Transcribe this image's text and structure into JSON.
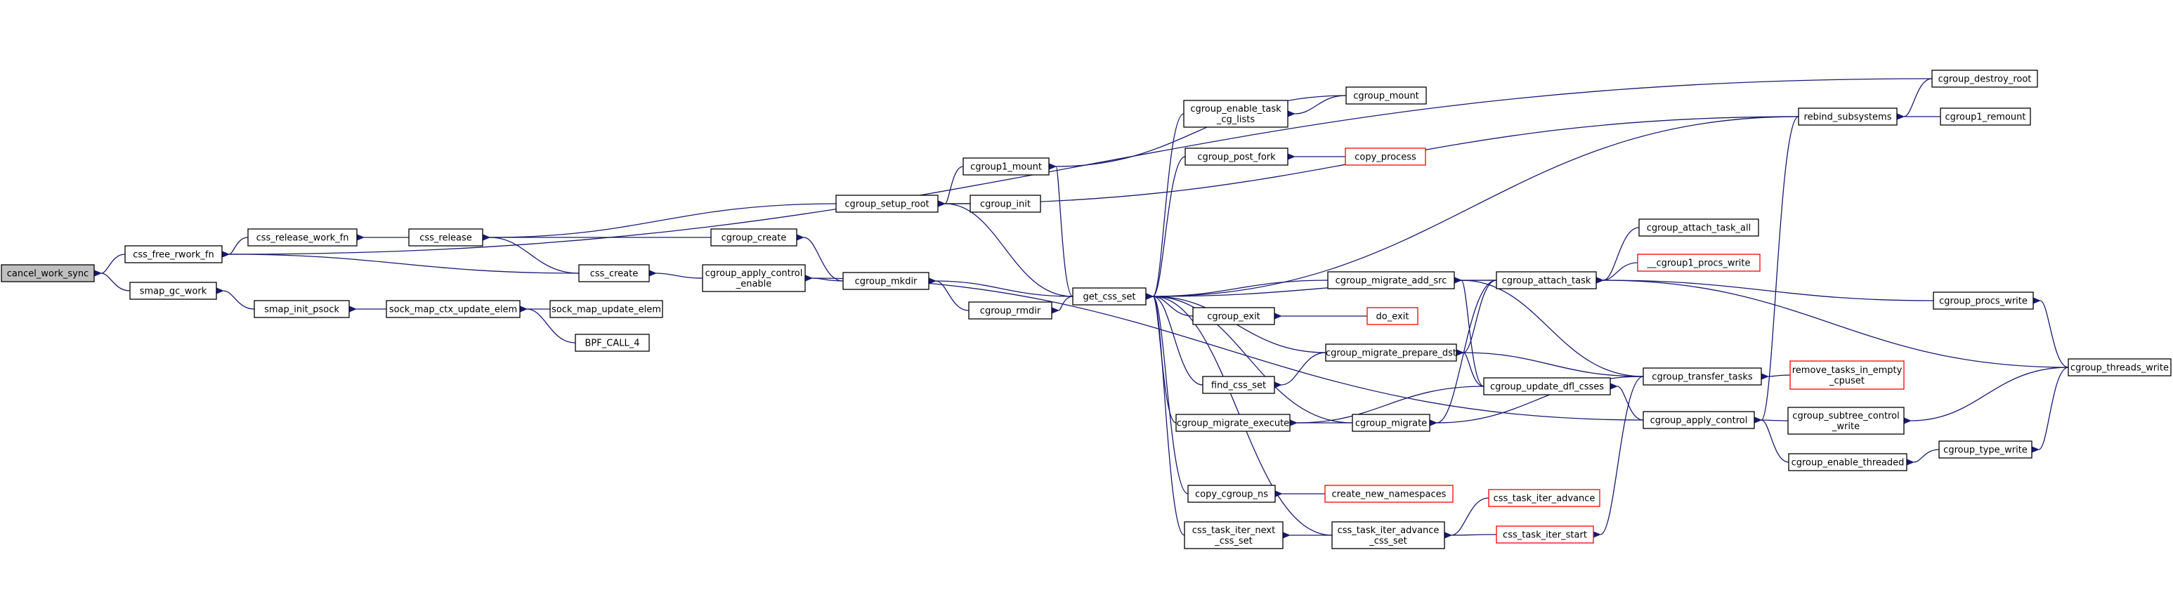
{
  "colors": {
    "edge": "#191970",
    "node_border": "#000000",
    "node_border_incomplete": "#ff0000",
    "node_fill": "#ffffff",
    "highlight_fill": "#bfbfbf",
    "text": "#000000"
  },
  "nodes": [
    {
      "id": "cancel_work_sync",
      "label": "cancel_work_sync",
      "highlight": true
    },
    {
      "id": "css_free_rwork_fn",
      "label": "css_free_rwork_fn"
    },
    {
      "id": "smap_gc_work",
      "label": "smap_gc_work"
    },
    {
      "id": "css_release_work_fn",
      "label": "css_release_work_fn"
    },
    {
      "id": "smap_init_psock",
      "label": "smap_init_psock"
    },
    {
      "id": "css_release",
      "label": "css_release"
    },
    {
      "id": "sock_map_ctx_update_elem",
      "label": "sock_map_ctx_update_elem"
    },
    {
      "id": "sock_map_update_elem",
      "label": "sock_map_update_elem"
    },
    {
      "id": "bpf_call_4",
      "label": "BPF_CALL_4"
    },
    {
      "id": "css_create",
      "label": "css_create"
    },
    {
      "id": "cgroup_create",
      "label": "cgroup_create"
    },
    {
      "id": "cgroup_apply_control_enable",
      "label": "cgroup_apply_control\n_enable"
    },
    {
      "id": "cgroup_setup_root",
      "label": "cgroup_setup_root"
    },
    {
      "id": "cgroup_mkdir",
      "label": "cgroup_mkdir"
    },
    {
      "id": "cgroup1_mount",
      "label": "cgroup1_mount"
    },
    {
      "id": "cgroup_init",
      "label": "cgroup_init"
    },
    {
      "id": "cgroup_rmdir",
      "label": "cgroup_rmdir"
    },
    {
      "id": "get_css_set",
      "label": "get_css_set"
    },
    {
      "id": "cgroup_enable_task_cg_lists",
      "label": "cgroup_enable_task\n_cg_lists"
    },
    {
      "id": "cgroup_mount",
      "label": "cgroup_mount"
    },
    {
      "id": "cgroup_post_fork",
      "label": "cgroup_post_fork"
    },
    {
      "id": "copy_process",
      "label": "copy_process",
      "incomplete": true
    },
    {
      "id": "cgroup_migrate_add_src",
      "label": "cgroup_migrate_add_src"
    },
    {
      "id": "cgroup_exit",
      "label": "cgroup_exit"
    },
    {
      "id": "do_exit",
      "label": "do_exit",
      "incomplete": true
    },
    {
      "id": "cgroup_migrate_prepare_dst",
      "label": "cgroup_migrate_prepare_dst"
    },
    {
      "id": "find_css_set",
      "label": "find_css_set"
    },
    {
      "id": "cgroup_migrate_execute",
      "label": "cgroup_migrate_execute"
    },
    {
      "id": "cgroup_migrate",
      "label": "cgroup_migrate"
    },
    {
      "id": "copy_cgroup_ns",
      "label": "copy_cgroup_ns"
    },
    {
      "id": "create_new_namespaces",
      "label": "create_new_namespaces",
      "incomplete": true
    },
    {
      "id": "css_task_iter_next_css_set",
      "label": "css_task_iter_next\n_css_set"
    },
    {
      "id": "css_task_iter_advance_css_set",
      "label": "css_task_iter_advance\n_css_set"
    },
    {
      "id": "css_task_iter_advance",
      "label": "css_task_iter_advance",
      "incomplete": true
    },
    {
      "id": "css_task_iter_start",
      "label": "css_task_iter_start",
      "incomplete": true
    },
    {
      "id": "cgroup_attach_task",
      "label": "cgroup_attach_task"
    },
    {
      "id": "cgroup_update_dfl_csses",
      "label": "cgroup_update_dfl_csses"
    },
    {
      "id": "cgroup_transfer_tasks",
      "label": "cgroup_transfer_tasks"
    },
    {
      "id": "cgroup_apply_control",
      "label": "cgroup_apply_control"
    },
    {
      "id": "cgroup_attach_task_all",
      "label": "cgroup_attach_task_all"
    },
    {
      "id": "cgroup1_procs_write",
      "label": "__cgroup1_procs_write",
      "incomplete": true
    },
    {
      "id": "remove_tasks_in_empty_cpuset",
      "label": "remove_tasks_in_empty\n_cpuset",
      "incomplete": true
    },
    {
      "id": "cgroup_subtree_control_write",
      "label": "cgroup_subtree_control\n_write"
    },
    {
      "id": "cgroup_enable_threaded",
      "label": "cgroup_enable_threaded"
    },
    {
      "id": "rebind_subsystems",
      "label": "rebind_subsystems"
    },
    {
      "id": "cgroup_destroy_root",
      "label": "cgroup_destroy_root"
    },
    {
      "id": "cgroup1_remount",
      "label": "cgroup1_remount"
    },
    {
      "id": "cgroup_procs_write",
      "label": "cgroup_procs_write"
    },
    {
      "id": "cgroup_threads_write",
      "label": "cgroup_threads_write"
    },
    {
      "id": "cgroup_type_write",
      "label": "cgroup_type_write"
    }
  ],
  "edges": [
    [
      "cancel_work_sync",
      "css_free_rwork_fn"
    ],
    [
      "cancel_work_sync",
      "smap_gc_work"
    ],
    [
      "css_free_rwork_fn",
      "css_release_work_fn"
    ],
    [
      "css_free_rwork_fn",
      "css_create"
    ],
    [
      "css_free_rwork_fn",
      "cgroup_destroy_root"
    ],
    [
      "smap_gc_work",
      "smap_init_psock"
    ],
    [
      "css_release_work_fn",
      "css_release"
    ],
    [
      "smap_init_psock",
      "sock_map_ctx_update_elem"
    ],
    [
      "sock_map_ctx_update_elem",
      "sock_map_update_elem"
    ],
    [
      "sock_map_ctx_update_elem",
      "bpf_call_4"
    ],
    [
      "css_release",
      "cgroup_create"
    ],
    [
      "css_release",
      "css_create"
    ],
    [
      "css_release",
      "cgroup_setup_root"
    ],
    [
      "css_create",
      "cgroup_apply_control_enable"
    ],
    [
      "cgroup_create",
      "cgroup_mkdir"
    ],
    [
      "cgroup_apply_control_enable",
      "cgroup_mkdir"
    ],
    [
      "cgroup_apply_control_enable",
      "cgroup_apply_control"
    ],
    [
      "cgroup_setup_root",
      "cgroup1_mount"
    ],
    [
      "cgroup_setup_root",
      "cgroup_init"
    ],
    [
      "cgroup_setup_root",
      "rebind_subsystems"
    ],
    [
      "cgroup_setup_root",
      "get_css_set"
    ],
    [
      "cgroup_mkdir",
      "get_css_set"
    ],
    [
      "cgroup_mkdir",
      "cgroup_rmdir"
    ],
    [
      "cgroup1_mount",
      "cgroup_mount"
    ],
    [
      "cgroup1_mount",
      "get_css_set"
    ],
    [
      "cgroup_rmdir",
      "get_css_set"
    ],
    [
      "get_css_set",
      "cgroup_enable_task_cg_lists"
    ],
    [
      "get_css_set",
      "cgroup_post_fork"
    ],
    [
      "get_css_set",
      "rebind_subsystems"
    ],
    [
      "get_css_set",
      "cgroup_migrate_add_src"
    ],
    [
      "get_css_set",
      "cgroup_attach_task"
    ],
    [
      "get_css_set",
      "cgroup_exit"
    ],
    [
      "get_css_set",
      "cgroup_migrate_prepare_dst"
    ],
    [
      "get_css_set",
      "find_css_set"
    ],
    [
      "get_css_set",
      "cgroup_migrate_execute"
    ],
    [
      "get_css_set",
      "cgroup_migrate"
    ],
    [
      "get_css_set",
      "copy_cgroup_ns"
    ],
    [
      "get_css_set",
      "css_task_iter_next_css_set"
    ],
    [
      "get_css_set",
      "css_task_iter_advance_css_set"
    ],
    [
      "cgroup_enable_task_cg_lists",
      "cgroup_mount"
    ],
    [
      "cgroup_post_fork",
      "copy_process"
    ],
    [
      "cgroup_exit",
      "do_exit"
    ],
    [
      "find_css_set",
      "cgroup_migrate_prepare_dst"
    ],
    [
      "cgroup_migrate_add_src",
      "cgroup_attach_task"
    ],
    [
      "cgroup_migrate_add_src",
      "cgroup_update_dfl_csses"
    ],
    [
      "cgroup_migrate_add_src",
      "cgroup_transfer_tasks"
    ],
    [
      "cgroup_migrate_prepare_dst",
      "cgroup_attach_task"
    ],
    [
      "cgroup_migrate_prepare_dst",
      "cgroup_update_dfl_csses"
    ],
    [
      "cgroup_migrate_prepare_dst",
      "cgroup_transfer_tasks"
    ],
    [
      "cgroup_migrate_execute",
      "cgroup_migrate"
    ],
    [
      "cgroup_migrate_execute",
      "cgroup_update_dfl_csses"
    ],
    [
      "cgroup_migrate",
      "cgroup_attach_task"
    ],
    [
      "cgroup_migrate",
      "cgroup_transfer_tasks"
    ],
    [
      "copy_cgroup_ns",
      "create_new_namespaces"
    ],
    [
      "css_task_iter_next_css_set",
      "css_task_iter_advance_css_set"
    ],
    [
      "css_task_iter_advance_css_set",
      "css_task_iter_advance"
    ],
    [
      "css_task_iter_advance_css_set",
      "css_task_iter_start"
    ],
    [
      "css_task_iter_start",
      "cgroup_transfer_tasks"
    ],
    [
      "cgroup_attach_task",
      "cgroup_attach_task_all"
    ],
    [
      "cgroup_attach_task",
      "cgroup1_procs_write"
    ],
    [
      "cgroup_attach_task",
      "cgroup_procs_write"
    ],
    [
      "cgroup_attach_task",
      "cgroup_threads_write"
    ],
    [
      "cgroup_update_dfl_csses",
      "cgroup_apply_control"
    ],
    [
      "cgroup_transfer_tasks",
      "remove_tasks_in_empty_cpuset"
    ],
    [
      "cgroup_apply_control",
      "rebind_subsystems"
    ],
    [
      "cgroup_apply_control",
      "cgroup_subtree_control_write"
    ],
    [
      "cgroup_apply_control",
      "cgroup_enable_threaded"
    ],
    [
      "cgroup_enable_threaded",
      "cgroup_type_write"
    ],
    [
      "cgroup_subtree_control_write",
      "cgroup_threads_write"
    ],
    [
      "rebind_subsystems",
      "cgroup_destroy_root"
    ],
    [
      "rebind_subsystems",
      "cgroup1_remount"
    ],
    [
      "cgroup_procs_write",
      "cgroup_threads_write"
    ],
    [
      "cgroup_type_write",
      "cgroup_threads_write"
    ]
  ]
}
